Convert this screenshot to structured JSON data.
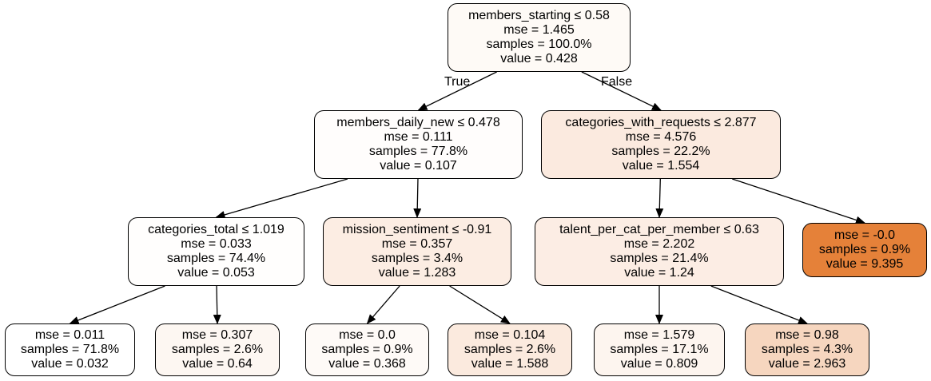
{
  "tree": {
    "nodes": [
      {
        "id": "n0",
        "lines": [
          "members_starting ≤ 0.58",
          "mse = 1.465",
          "samples = 100.0%",
          "value = 0.428"
        ],
        "fill": "#fefaf6"
      },
      {
        "id": "n1",
        "lines": [
          "members_daily_new ≤ 0.478",
          "mse = 0.111",
          "samples = 77.8%",
          "value = 0.107"
        ],
        "fill": "#fffdfc"
      },
      {
        "id": "n2",
        "lines": [
          "categories_with_requests ≤ 2.877",
          "mse = 4.576",
          "samples = 22.2%",
          "value = 1.554"
        ],
        "fill": "#fbeadf"
      },
      {
        "id": "n3",
        "lines": [
          "categories_total ≤ 1.019",
          "mse = 0.033",
          "samples = 74.4%",
          "value = 0.053"
        ],
        "fill": "#fffefd"
      },
      {
        "id": "n4",
        "lines": [
          "mission_sentiment ≤ -0.91",
          "mse = 0.357",
          "samples = 3.4%",
          "value = 1.283"
        ],
        "fill": "#fcede3"
      },
      {
        "id": "n5",
        "lines": [
          "talent_per_cat_per_member ≤ 0.63",
          "mse = 2.202",
          "samples = 21.4%",
          "value = 1.24"
        ],
        "fill": "#fcede4"
      },
      {
        "id": "n6",
        "lines": [
          "mse = -0.0",
          "samples = 0.9%",
          "value = 9.395"
        ],
        "fill": "#e58139"
      },
      {
        "id": "n7",
        "lines": [
          "mse = 0.011",
          "samples = 71.8%",
          "value = 0.032"
        ],
        "fill": "#ffffff"
      },
      {
        "id": "n8",
        "lines": [
          "mse = 0.307",
          "samples = 2.6%",
          "value = 0.64"
        ],
        "fill": "#fdf7f2"
      },
      {
        "id": "n9",
        "lines": [
          "mse = 0.0",
          "samples = 0.9%",
          "value = 0.368"
        ],
        "fill": "#fefaf7"
      },
      {
        "id": "n10",
        "lines": [
          "mse = 0.104",
          "samples = 2.6%",
          "value = 1.588"
        ],
        "fill": "#fbeade"
      },
      {
        "id": "n11",
        "lines": [
          "mse = 1.579",
          "samples = 17.1%",
          "value = 0.809"
        ],
        "fill": "#fdf5ef"
      },
      {
        "id": "n12",
        "lines": [
          "mse = 0.98",
          "samples = 4.3%",
          "value = 2.963"
        ],
        "fill": "#f6d6bf"
      }
    ],
    "edges": [
      {
        "from": "n0",
        "to": "n1",
        "label": "True"
      },
      {
        "from": "n0",
        "to": "n2",
        "label": "False"
      },
      {
        "from": "n1",
        "to": "n3"
      },
      {
        "from": "n1",
        "to": "n4"
      },
      {
        "from": "n2",
        "to": "n5"
      },
      {
        "from": "n2",
        "to": "n6"
      },
      {
        "from": "n3",
        "to": "n7"
      },
      {
        "from": "n3",
        "to": "n8"
      },
      {
        "from": "n4",
        "to": "n9"
      },
      {
        "from": "n4",
        "to": "n10"
      },
      {
        "from": "n5",
        "to": "n11"
      },
      {
        "from": "n5",
        "to": "n12"
      }
    ]
  }
}
